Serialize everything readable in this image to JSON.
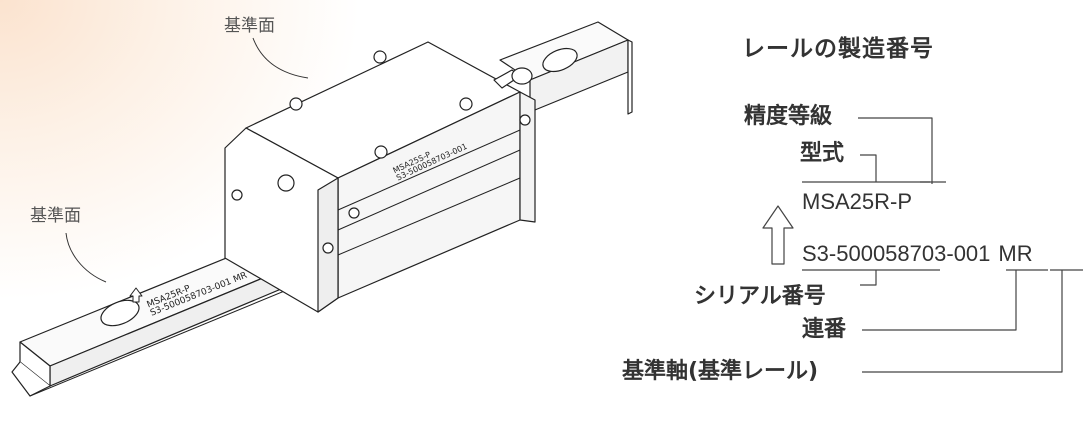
{
  "drawing": {
    "ref_surface_top": "基準面",
    "ref_surface_left": "基準面",
    "block_mark_line1": "MSA25S-P",
    "block_mark_line2": "S3-500058703-001",
    "rail_mark_line1": "MSA25R-P",
    "rail_mark_line2": "S3-500058703-001 MR"
  },
  "legend": {
    "title": "レールの製造番号",
    "accuracy_grade": "精度等級",
    "model": "型式",
    "model_code": "MSA25R",
    "code_dash": "-",
    "grade_code": "P",
    "serial_code": "S3-500058703",
    "serial_dash": "-",
    "sequence_code": "001",
    "reference_code": "MR",
    "serial_number": "シリアル番号",
    "sequence_number": "連番",
    "reference_axis": "基準軸(基準レール)"
  }
}
